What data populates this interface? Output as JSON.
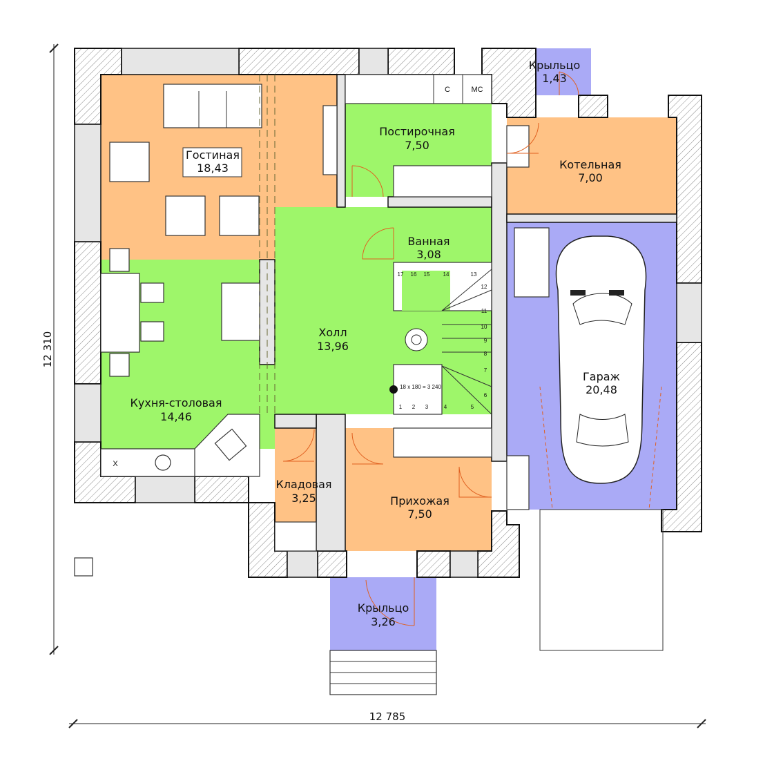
{
  "colors": {
    "living": "#FFC285",
    "green": "#9EF66A",
    "porch": "#AAAAF6",
    "wall": "#111111"
  },
  "dimensions": {
    "height": "12 310",
    "width": "12 785"
  },
  "rooms": {
    "living": {
      "name": "Гостиная",
      "area": "18,43"
    },
    "laundry": {
      "name": "Постирочная",
      "area": "7,50"
    },
    "boiler": {
      "name": "Котельная",
      "area": "7,00"
    },
    "porch_top": {
      "name": "Крыльцо",
      "area": "1,43"
    },
    "bath": {
      "name": "Ванная",
      "area": "3,08"
    },
    "hall": {
      "name": "Холл",
      "area": "13,96"
    },
    "kitchen": {
      "name": "Кухня-столовая",
      "area": "14,46"
    },
    "pantry": {
      "name": "Кладовая",
      "area": "3,25"
    },
    "entry": {
      "name": "Прихожая",
      "area": "7,50"
    },
    "garage": {
      "name": "Гараж",
      "area": "20,48"
    },
    "porch_bottom": {
      "name": "Крыльцо",
      "area": "3,26"
    }
  },
  "fixtures": {
    "c": "С",
    "mc": "МС",
    "x": "Х"
  },
  "stairs": {
    "formula": "18 х 180 = 3 240",
    "steps": [
      "1",
      "2",
      "3",
      "4",
      "5",
      "6",
      "7",
      "8",
      "9",
      "10",
      "11",
      "12",
      "13",
      "14",
      "15",
      "16",
      "17"
    ]
  }
}
